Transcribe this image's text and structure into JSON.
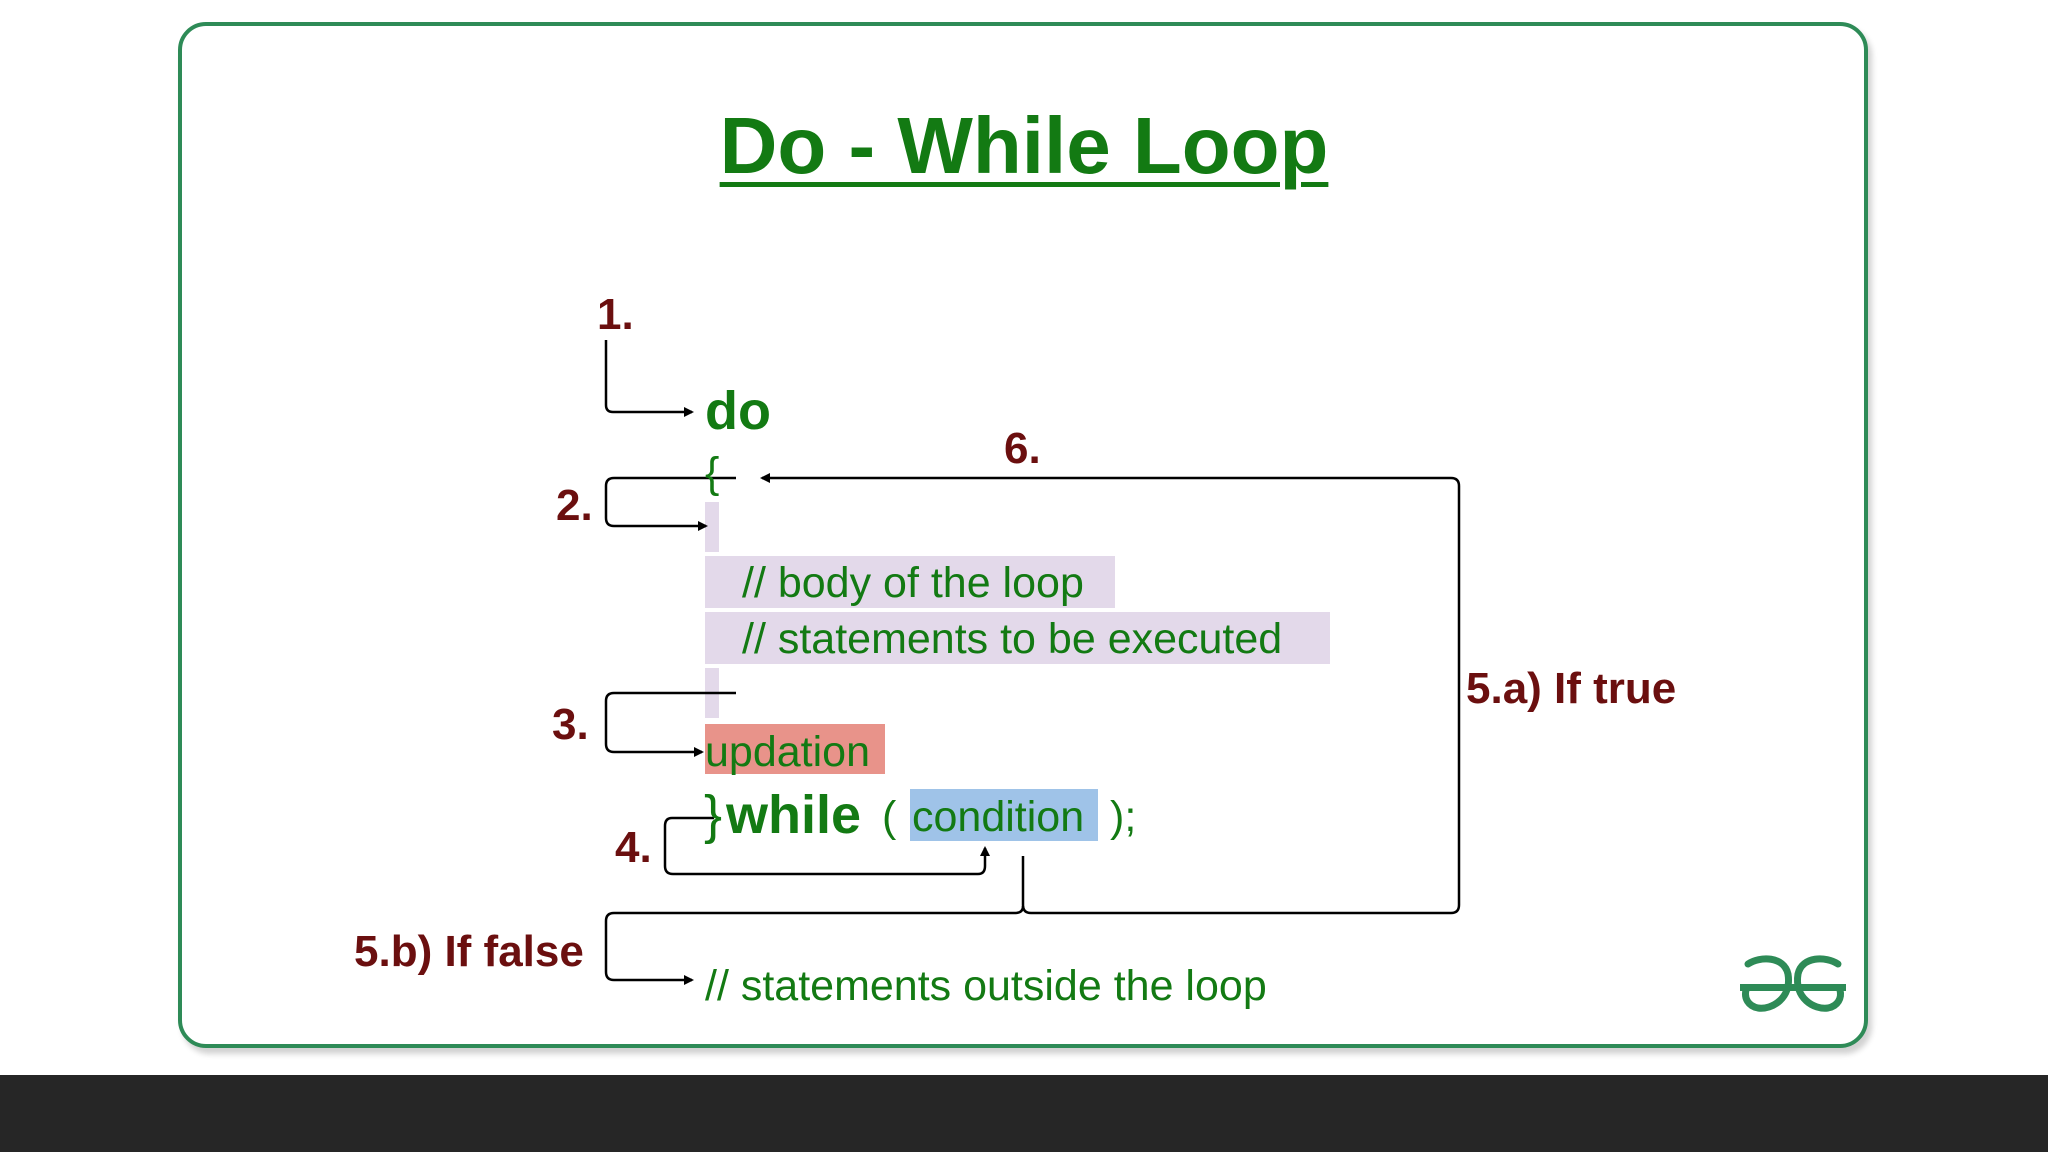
{
  "title": "Do - While Loop",
  "steps": {
    "s1": "1.",
    "s2": "2.",
    "s3": "3.",
    "s4": "4.",
    "s5a": "5.a) If true",
    "s5b": "5.b) If false",
    "s6": "6."
  },
  "code": {
    "do": "do",
    "open_brace": "{",
    "comment_body": "// body of the loop",
    "comment_statements": "// statements to be executed",
    "updation": "updation",
    "close_brace": "}",
    "while": "while",
    "open_paren": "(",
    "condition": "condition",
    "close_paren": ");",
    "outside": "// statements outside the loop"
  },
  "colors": {
    "green": "#137a13",
    "step_red": "#6b0f0f",
    "body_highlight": "#e3d9ea",
    "updation_highlight": "#e8938a",
    "condition_highlight": "#9fc3e8",
    "frame": "#2e8b57"
  },
  "logo": {
    "icon": "geeksforgeeks-logo-icon"
  }
}
